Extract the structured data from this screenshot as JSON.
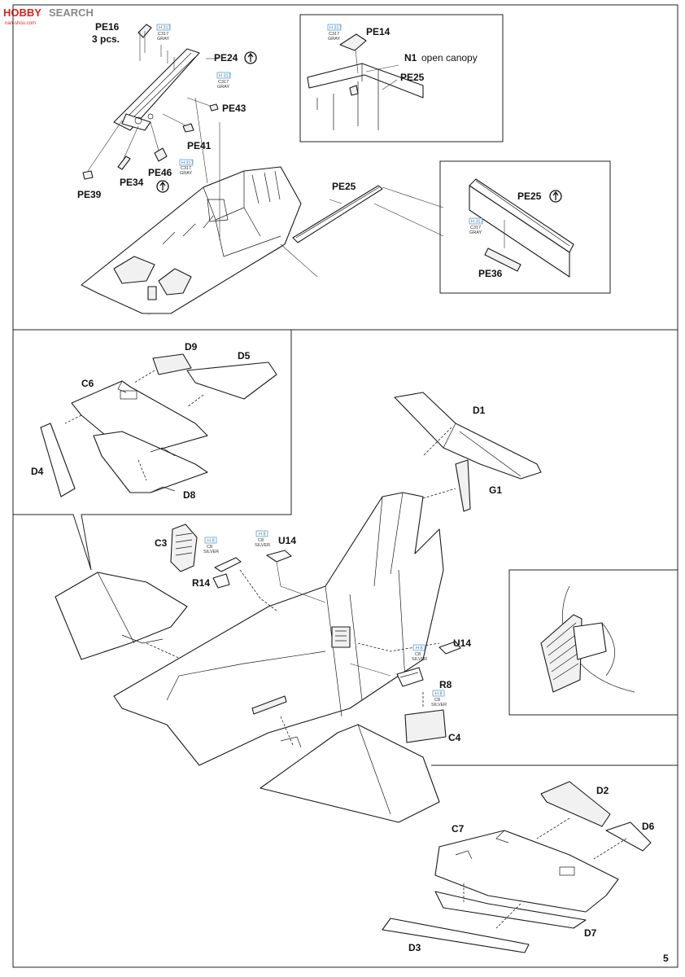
{
  "watermark": {
    "brand_a": "HOBBY",
    "brand_b": "SEARCH",
    "sub": "nan-shou.com"
  },
  "page_number": "5",
  "color_tags": {
    "gray": {
      "code_h": "H 317",
      "code_c": "C317",
      "name": "GRAY"
    },
    "silver": {
      "code_h": "H 8",
      "code_c": "C8",
      "name": "SILVER"
    }
  },
  "labels": {
    "pe16": "PE16",
    "pe16_qty": "3 pcs.",
    "pe24": "PE24",
    "pe43": "PE43",
    "pe41": "PE41",
    "pe46": "PE46",
    "pe34": "PE34",
    "pe39": "PE39",
    "pe14": "PE14",
    "n1": "N1",
    "open_canopy": "open canopy",
    "pe25_inset": "PE25",
    "pe25_main": "PE25",
    "pe25_right": "PE25",
    "pe36": "PE36",
    "d9": "D9",
    "d5": "D5",
    "c6": "C6",
    "d4": "D4",
    "d8": "D8",
    "d1": "D1",
    "g1": "G1",
    "c3": "C3",
    "u14_a": "U14",
    "r14": "R14",
    "u14_b": "U14",
    "r8": "R8",
    "c4": "C4",
    "d2": "D2",
    "d6": "D6",
    "c7": "C7",
    "d7": "D7",
    "d3": "D3"
  },
  "colors": {
    "highlight": "#cfe6f3",
    "tag_blue": "#2a7fb8",
    "watermark_red": "#e02020"
  }
}
